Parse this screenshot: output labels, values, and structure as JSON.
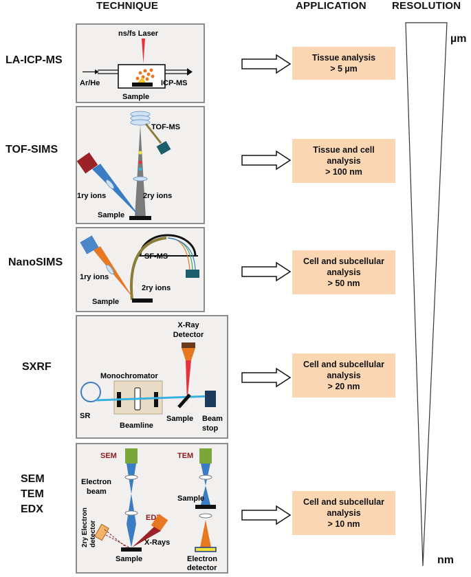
{
  "headers": {
    "technique": "TECHNIQUE",
    "application": "APPLICATION",
    "resolution": "RESOLUTION"
  },
  "resolution_scale": {
    "top_unit": "µm",
    "bottom_unit": "nm"
  },
  "techniques": [
    {
      "name_lines": [
        "LA-ICP-MS"
      ],
      "diagram_labels": {
        "laser": "ns/fs Laser",
        "carrier": "Ar/He",
        "output": "ICP-MS",
        "sample": "Sample"
      },
      "application": [
        "Tissue analysis",
        "> 5 µm"
      ]
    },
    {
      "name_lines": [
        "TOF-SIMS"
      ],
      "diagram_labels": {
        "analyzer": "TOF-MS",
        "primary": "1ry ions",
        "secondary": "2ry ions",
        "sample": "Sample"
      },
      "application": [
        "Tissue and cell",
        "analysis",
        "> 100 nm"
      ]
    },
    {
      "name_lines": [
        "NanoSIMS"
      ],
      "diagram_labels": {
        "analyzer": "SF-MS",
        "primary": "1ry ions",
        "secondary": "2ry ions",
        "sample": "Sample"
      },
      "application": [
        "Cell and subcellular",
        "analysis",
        "> 50 nm"
      ]
    },
    {
      "name_lines": [
        "SXRF"
      ],
      "diagram_labels": {
        "detector_1": "X-Ray",
        "detector_2": "Detector",
        "mono": "Monochromator",
        "source": "SR",
        "beamline": "Beamline",
        "sample": "Sample",
        "stop_1": "Beam",
        "stop_2": "stop"
      },
      "application": [
        "Cell and subcellular",
        "analysis",
        "> 20 nm"
      ]
    },
    {
      "name_lines": [
        "SEM",
        "TEM",
        "EDX"
      ],
      "diagram_labels": {
        "sem": "SEM",
        "tem": "TEM",
        "edx": "EDX",
        "beam_1": "Electron",
        "beam_2": "beam",
        "sample": "Sample",
        "sample2": "Sample",
        "xrays": "X-Rays",
        "det2_1": "2ry Electron",
        "det2_2": "detector",
        "edet_1": "Electron",
        "edet_2": "detector"
      },
      "application": [
        "Cell and subcellular",
        "analysis",
        "> 10 nm"
      ]
    }
  ],
  "colors": {
    "panel_bg": "#f1f0ef",
    "app_bg": "#fad6b3",
    "laser": "#e8313b",
    "primary_ions": "#e87722",
    "label_red": "#8b1a1a"
  }
}
